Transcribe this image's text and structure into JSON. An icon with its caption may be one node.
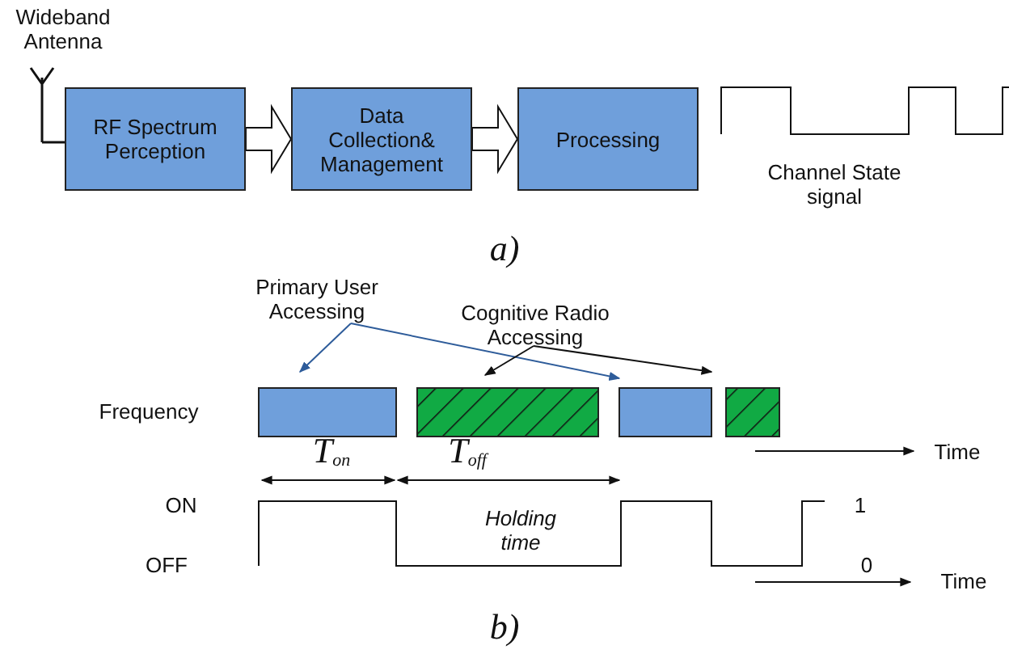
{
  "diagram": {
    "nodes": [
      {
        "text": [],
        "shape": "picture",
        "beside": [
          "Wideband Antenna"
        ]
      },
      {
        "text": [
          "RF Spectrum Perception"
        ]
      },
      {
        "text": [
          "Data Collection& Management"
        ]
      },
      {
        "text": [
          "Processing"
        ]
      },
      {
        "text": [
          "Primary User Accessing"
        ]
      },
      {
        "text": [
          "Cognitive Radio Accessing"
        ]
      },
      {
        "text": [],
        "shape": "box"
      },
      {
        "text": [],
        "shape": "box"
      },
      {
        "text": [],
        "shape": "box"
      },
      {
        "text": [],
        "shape": "box"
      }
    ],
    "edges": [
      {
        "from": 0,
        "to": 1,
        "arrow": "none"
      },
      {
        "from": 1,
        "to": 2,
        "arrow": "to",
        "style": "thick"
      },
      {
        "from": 2,
        "to": 3,
        "arrow": "to",
        "style": "thick"
      },
      {
        "from": 4,
        "to": 6,
        "arrow": "to",
        "color": "#2e5c9a"
      },
      {
        "from": 4,
        "to": 8,
        "arrow": "to",
        "color": "#2e5c9a"
      },
      {
        "from": 5,
        "to": 7,
        "arrow": "to"
      },
      {
        "from": 5,
        "to": 9,
        "arrow": "to"
      }
    ],
    "labels": [
      "Channel State signal",
      "a)",
      "Frequency",
      "T$_{on}$",
      "T$_{off}$",
      "Time",
      "ON",
      "Holding time",
      "1",
      "OFF",
      "0",
      "Time",
      "b)"
    ]
  }
}
